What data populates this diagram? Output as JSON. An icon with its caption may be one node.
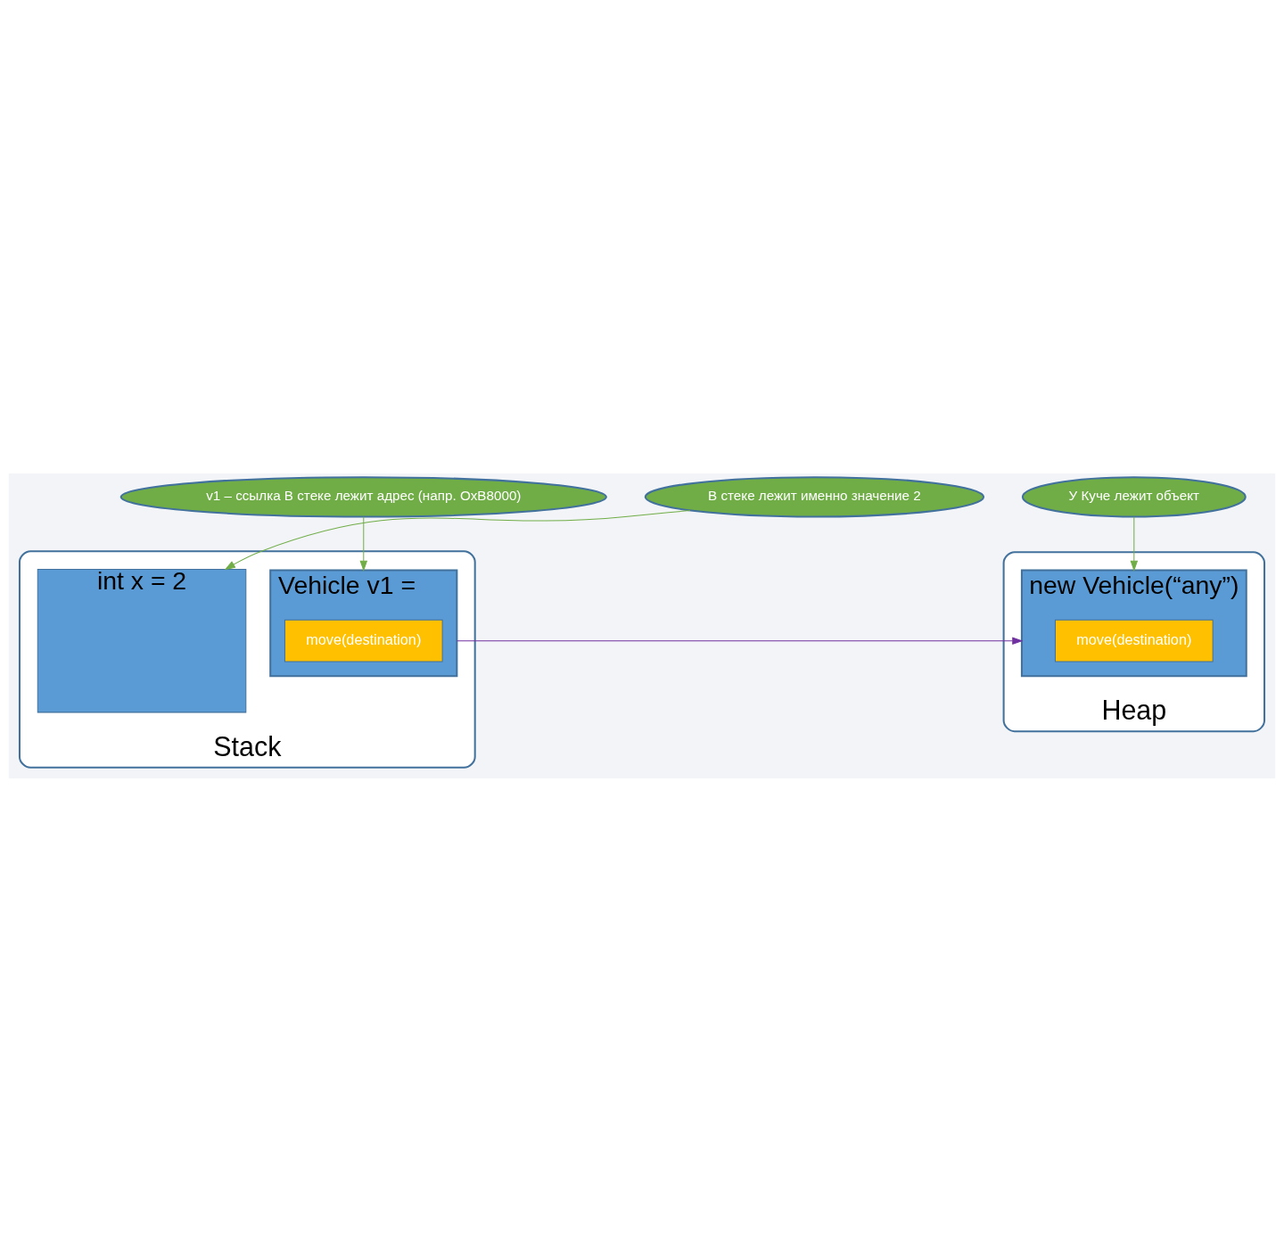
{
  "diagram": {
    "nodes": [
      {
        "text": [
          "Stack"
        ]
      },
      {
        "text": [
          "Vehicle v1 ="
        ],
        "in": 0
      },
      {
        "text": [
          "move(destination)"
        ],
        "in": 1
      },
      {
        "text": [
          "int x = 2"
        ],
        "in": 0
      },
      {
        "text": [
          "Heap"
        ]
      },
      {
        "text": [
          "new Vehicle(“any”)"
        ],
        "in": 4
      },
      {
        "text": [
          "move(destination)"
        ],
        "in": 5
      },
      {
        "text": [
          "v1 – ссылка В стеке лежит адрес (напр. OxB8000)"
        ]
      },
      {
        "text": [
          "У Куче лежит объект"
        ]
      },
      {
        "text": [
          "В стеке лежит именно значение 2"
        ]
      }
    ],
    "edges": [
      {
        "from": 7,
        "to": 1,
        "arrow": "to"
      },
      {
        "from": 8,
        "to": 5,
        "arrow": "to"
      },
      {
        "from": 1,
        "to": 5,
        "arrow": "to",
        "color": "#7030a0"
      },
      {
        "from": 9,
        "to": 3,
        "arrow": "to"
      }
    ]
  }
}
